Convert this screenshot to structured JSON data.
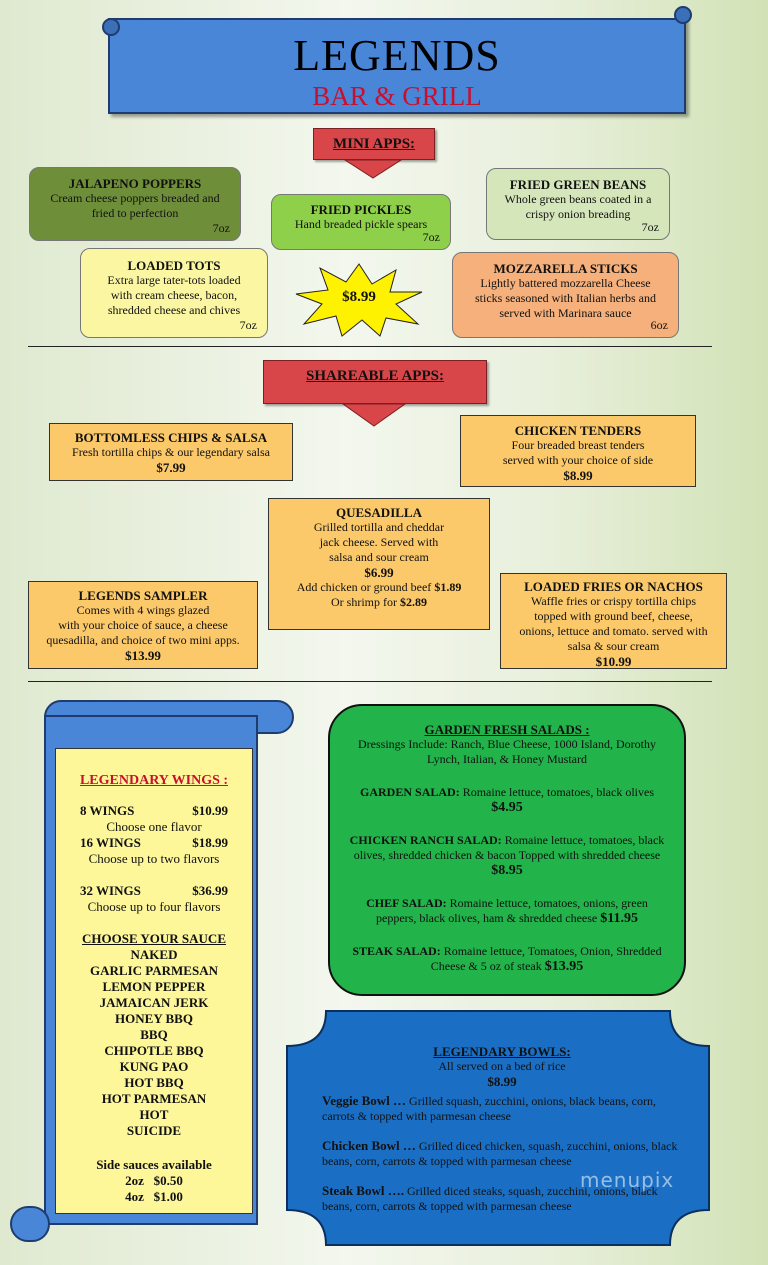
{
  "header": {
    "title": "LEGENDS",
    "subtitle": "BAR & GRILL"
  },
  "mini_apps": {
    "heading": "MINI APPS:",
    "price": "$8.99",
    "items": [
      {
        "name": "JALAPENO POPPERS",
        "desc": "Cream cheese poppers breaded and fried to perfection",
        "size": "7oz"
      },
      {
        "name": "FRIED PICKLES",
        "desc": "Hand breaded pickle spears",
        "size": "7oz"
      },
      {
        "name": "FRIED GREEN BEANS",
        "desc": "Whole green beans coated in a crispy onion breading",
        "size": "7oz"
      },
      {
        "name": "LOADED TOTS",
        "desc": "Extra large tater-tots loaded with cream cheese, bacon, shredded cheese and chives",
        "size": "7oz"
      },
      {
        "name": "MOZZARELLA STICKS",
        "desc": "Lightly battered mozzarella Cheese sticks seasoned with Italian herbs and served with Marinara sauce",
        "size": "6oz"
      }
    ]
  },
  "shareable": {
    "heading": "SHAREABLE APPS:",
    "chips": {
      "name": "BOTTOMLESS CHIPS & SALSA",
      "desc": "Fresh tortilla chips & our legendary salsa",
      "price": "$7.99"
    },
    "tenders": {
      "name": "CHICKEN TENDERS",
      "desc1": "Four breaded breast tenders",
      "desc2": "served with your choice of side",
      "price": "$8.99"
    },
    "quesadilla": {
      "name": "QUESADILLA",
      "desc1": "Grilled tortilla and cheddar",
      "desc2": "jack cheese. Served with",
      "desc3": "salsa and sour cream",
      "price": "$6.99",
      "add1": "Add chicken or ground beef",
      "add1_price": "$1.89",
      "add2": "Or shrimp for",
      "add2_price": "$2.89"
    },
    "sampler": {
      "name": "LEGENDS SAMPLER",
      "desc1": "Comes with 4 wings glazed",
      "desc2": "with your choice of sauce, a cheese",
      "desc3": "quesadilla, and choice of  two mini apps.",
      "price": "$13.99"
    },
    "fries": {
      "name": "LOADED FRIES OR NACHOS",
      "desc1": "Waffle fries or crispy tortilla chips",
      "desc2": "topped with ground beef, cheese,",
      "desc3": "onions, lettuce and tomato. served with",
      "desc4": "salsa & sour cream",
      "price": "$10.99"
    }
  },
  "wings": {
    "heading": "LEGENDARY WINGS :",
    "options": [
      {
        "count": "8 WINGS",
        "price": "$10.99",
        "note": "Choose one flavor"
      },
      {
        "count": "16 WINGS",
        "price": "$18.99",
        "note": "Choose up to two flavors"
      },
      {
        "count": "32 WINGS",
        "price": "$36.99",
        "note": "Choose up to four flavors"
      }
    ],
    "sauce_heading": "CHOOSE YOUR SAUCE",
    "sauces": [
      "NAKED",
      "GARLIC PARMESAN",
      "LEMON PEPPER",
      "JAMAICAN JERK",
      "HONEY BBQ",
      "BBQ",
      "CHIPOTLE BBQ",
      "KUNG PAO",
      "HOT BBQ",
      "HOT PARMESAN",
      "HOT",
      "SUICIDE"
    ],
    "side_heading": "Side sauces available",
    "side": [
      {
        "size": "2oz",
        "price": "$0.50"
      },
      {
        "size": "4oz",
        "price": "$1.00"
      }
    ]
  },
  "salads": {
    "heading": "GARDEN FRESH SALADS :",
    "dressings": "Dressings Include: Ranch, Blue Cheese, 1000 Island, Dorothy Lynch, Italian, & Honey Mustard",
    "items": [
      {
        "name": "GARDEN SALAD:",
        "desc": "Romaine lettuce, tomatoes, black olives",
        "price": "$4.95"
      },
      {
        "name": "CHICKEN RANCH SALAD:",
        "desc": "Romaine lettuce, tomatoes, black olives, shredded chicken & bacon Topped with shredded cheese",
        "price": "$8.95"
      },
      {
        "name": "CHEF SALAD:",
        "desc": "Romaine lettuce, tomatoes, onions, green peppers, black olives, ham & shredded cheese",
        "price": "$11.95"
      },
      {
        "name": "STEAK SALAD:",
        "desc": "Romaine lettuce, Tomatoes, Onion, Shredded Cheese & 5 oz of steak",
        "price": "$13.95"
      }
    ]
  },
  "bowls": {
    "heading": "LEGENDARY BOWLS:",
    "sub": "All served on a bed of rice",
    "price": "$8.99",
    "items": [
      {
        "name": "Veggie Bowl …",
        "desc": "Grilled squash, zucchini, onions, black beans, corn, carrots & topped with parmesan cheese"
      },
      {
        "name": "Chicken Bowl …",
        "desc": "Grilled diced chicken, squash, zucchini, onions, black beans, corn, carrots & topped with parmesan cheese"
      },
      {
        "name": "Steak Bowl ….",
        "desc": "Grilled diced steaks, squash, zucchini, onions, black beans, corn, carrots & topped with parmesan cheese"
      }
    ]
  },
  "watermark": "menupix",
  "colors": {
    "banner": "#4a86d8",
    "arrow": "#d9464a",
    "orange": "#fcc96a",
    "salad": "#22b34a",
    "bowls": "#1a6fc4",
    "wing_panel": "#fdf79a"
  }
}
